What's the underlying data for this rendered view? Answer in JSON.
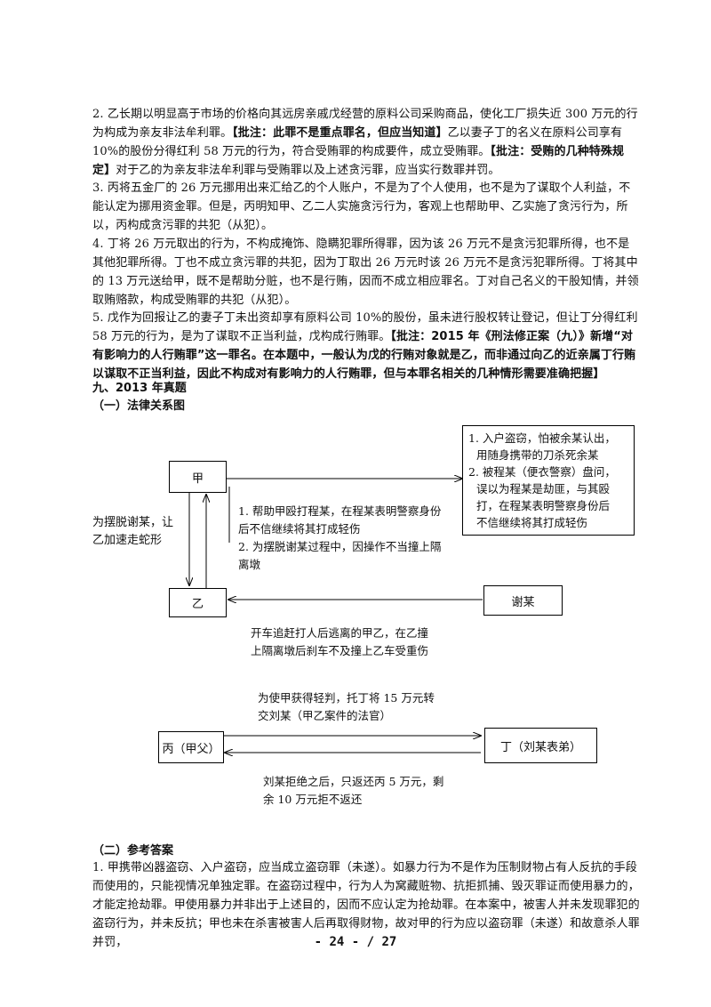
{
  "paragraphs": {
    "p2": {
      "t1": "2. 乙长期以明显高于市场的价格向其远房亲戚戊经营的原料公司采购商品，使化工厂损失近 300 万元的行为构成为亲友非法牟利罪。",
      "b1": "【批注：此罪不是重点罪名，但应当知道】",
      "t2": "乙以妻子丁的名义在原料公司享有 10%的股份分得红利 58 万元的行为，符合受贿罪的构成要件，成立受贿罪。",
      "b2": "【批注：受贿的几种特殊规定】",
      "t3": "对于乙的为亲友非法牟利罪与受贿罪以及上述贪污罪，应当实行数罪并罚。"
    },
    "p3": "3. 丙将五金厂的 26 万元挪用出来汇给乙的个人账户，不是为了个人使用，也不是为了谋取个人利益，不能认定为挪用资金罪。但是，丙明知甲、乙二人实施贪污行为，客观上也帮助甲、乙实施了贪污行为，所以，丙构成贪污罪的共犯（从犯）。",
    "p4": "4. 丁将 26 万元取出的行为，不构成掩饰、隐瞒犯罪所得罪，因为该 26 万元不是贪污犯罪所得，也不是其他犯罪所得。丁也不成立贪污罪的共犯，因为丁取出 26 万元时该 26 万元不是贪污犯罪所得。丁将其中的 13 万元送给甲，既不是帮助分赃，也不是行贿，因而不成立相应罪名。丁对自己名义的干股知情，并领取贿赂款，构成受贿罪的共犯（从犯）。",
    "p5": {
      "t1": "5. 戊作为回报让乙的妻子丁未出资却享有原料公司 10%的股份，虽未进行股权转让登记，但让丁分得红利 58 万元的行为，是为了谋取不正当利益，戊构成行贿罪。",
      "b1": "【批注：2015 年《刑法修正案（九）》新增“对有影响力的人行贿罪”这一罪名。在本题中，一般认为戊的行贿对象就是乙，而非通过向乙的近亲属丁行贿以谋取不正当利益，因此不构成对有影响力的人行贿罪，但与本罪名相关的几种情形需要准确把握】"
    }
  },
  "section_title": "九、2013 年真题",
  "sub1_title": "（一）法律关系图",
  "diagram": {
    "jia": "甲",
    "yi": "乙",
    "xie": "谢某",
    "bing": "丙（甲父）",
    "ding": "丁（刘某表弟）",
    "right_note": [
      "1. 入户盗窃，怕被余某认出，",
      "用随身携带的刀杀死余某",
      "2. 被程某（便衣警察）盘问，",
      "误以为程某是劫匪，与其殴",
      "打，在程某表明警察身份后",
      "不信继续将其打成轻伤"
    ],
    "left_note": [
      "为摆脱谢某，让",
      "乙加速走蛇形"
    ],
    "mid_note": [
      "1. 帮助甲殴打程某，在程某表明警察身份",
      "后不信继续将其打成轻伤",
      "2. 为摆脱谢某过程中，因操作不当撞上隔",
      "离墩"
    ],
    "xie_note": [
      "开车追赶打人后逃离的甲乙，在乙撞",
      "上隔离墩后刹车不及撞上乙车受重伤"
    ],
    "top_note": [
      "为使甲获得轻判，托丁将 15 万元转",
      "交刘某（甲乙案件的法官）"
    ],
    "bottom_note": [
      "刘某拒绝之后，只返还丙 5 万元，剩",
      "余 10 万元拒不返还"
    ]
  },
  "sub2_title": "（二）参考答案",
  "answer1": "1. 甲携带凶器盗窃、入户盗窃，应当成立盗窃罪（未遂）。如暴力行为不是作为压制财物占有人反抗的手段而使用的，只能视情况单独定罪。在盗窃过程中，行为人为窝藏赃物、抗拒抓捕、毁灭罪证而使用暴力的，才能定抢劫罪。甲使用暴力并非出于上述目的，因而不应认定为抢劫罪。在本案中，被害人并未发现罪犯的盗窃行为，并未反抗；甲也未在杀害被害人后再取得财物，故对甲的行为应以盗窃罪（未遂）和故意杀人罪并罚，",
  "footer": "- 24 - / 27"
}
